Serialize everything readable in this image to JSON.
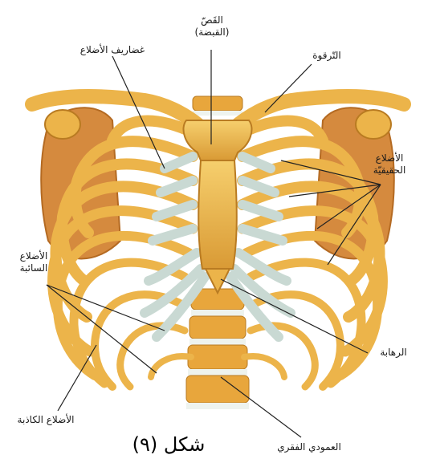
{
  "labels": {
    "sternum_line1": "القَصّ",
    "sternum_line2": "(القبضة)",
    "costal_cartilages": "غضاريف الأضلاع",
    "clavicle": "التّرقوة",
    "true_ribs_line1": "الأضلاع",
    "true_ribs_line2": "الحقيقيّة",
    "floating_ribs_line1": "الأضلاع",
    "floating_ribs_line2": "السائبة",
    "xiphoid": "الرهابة",
    "false_ribs": "الأضلاع الكاذبة",
    "spine": "العمودي الفقري"
  },
  "caption": "شكل (٩)",
  "colors": {
    "bone": "#ecb44a",
    "bone_dark": "#b97b22",
    "cartilage": "#c9d9d3",
    "scapula": "#d58a3e",
    "spine": "#e8a63c",
    "disc": "#eef3ee",
    "leader": "#222222"
  }
}
